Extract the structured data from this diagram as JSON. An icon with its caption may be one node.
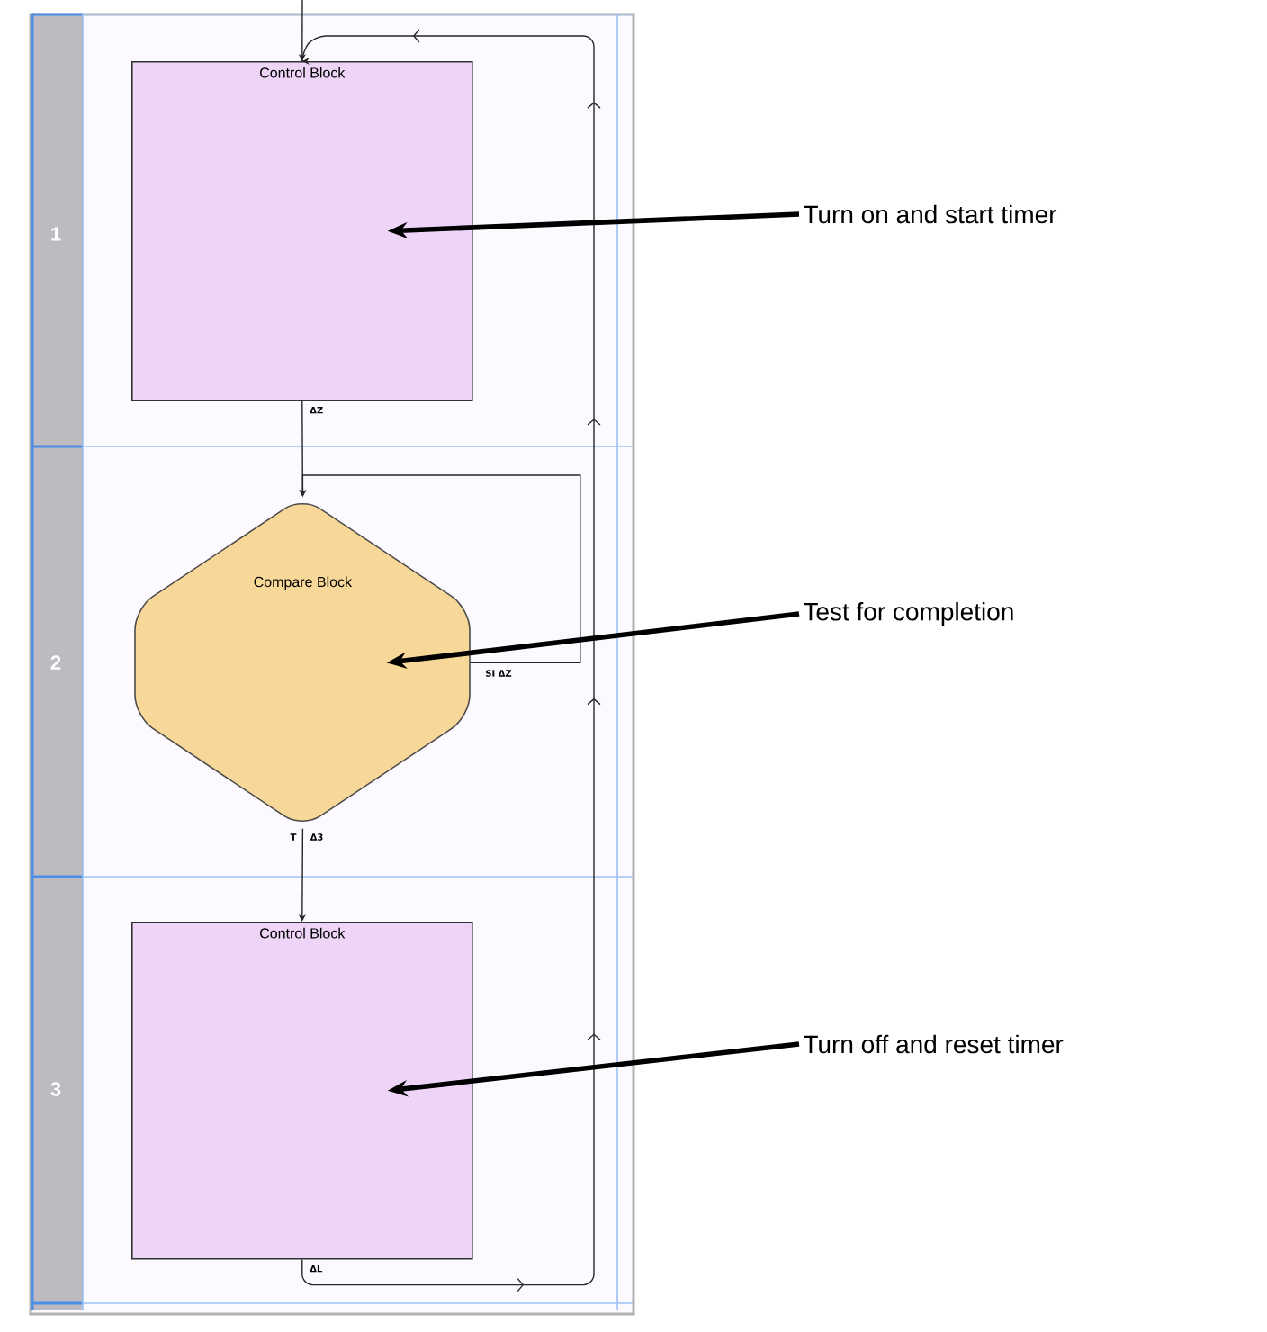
{
  "diagram": {
    "nodes": [
      {
        "text": [
          "Control Block"
        ],
        "beside": [
          "ΔZ"
        ]
      },
      {
        "text": [
          "Compare Block"
        ]
      },
      {
        "text": [
          "Control Block"
        ],
        "beside": [
          "ΔL"
        ]
      },
      {
        "text": [
          "Turn on and start timer"
        ]
      },
      {
        "text": [
          "Test for completion"
        ]
      },
      {
        "text": [
          "Turn off and reset timer"
        ]
      }
    ],
    "edges": [
      {
        "from": null,
        "to": 0,
        "arrow": "to"
      },
      {
        "from": 0,
        "to": 1,
        "arrow": "to"
      },
      {
        "from": 1,
        "to": 1,
        "arrow": "to"
      },
      {
        "from": 1,
        "to": 2,
        "arrow": "to"
      },
      {
        "from": 2,
        "to": 0,
        "arrow": "to"
      },
      {
        "from": 3,
        "to": 0,
        "arrow": "to",
        "style": "thick"
      },
      {
        "from": 4,
        "to": 1,
        "arrow": "to",
        "style": "thick"
      },
      {
        "from": 5,
        "to": 2,
        "arrow": "to",
        "style": "thick"
      }
    ],
    "labels": [
      "1",
      "2",
      "SI ΔZ",
      "T",
      "Δ3",
      "3"
    ]
  }
}
